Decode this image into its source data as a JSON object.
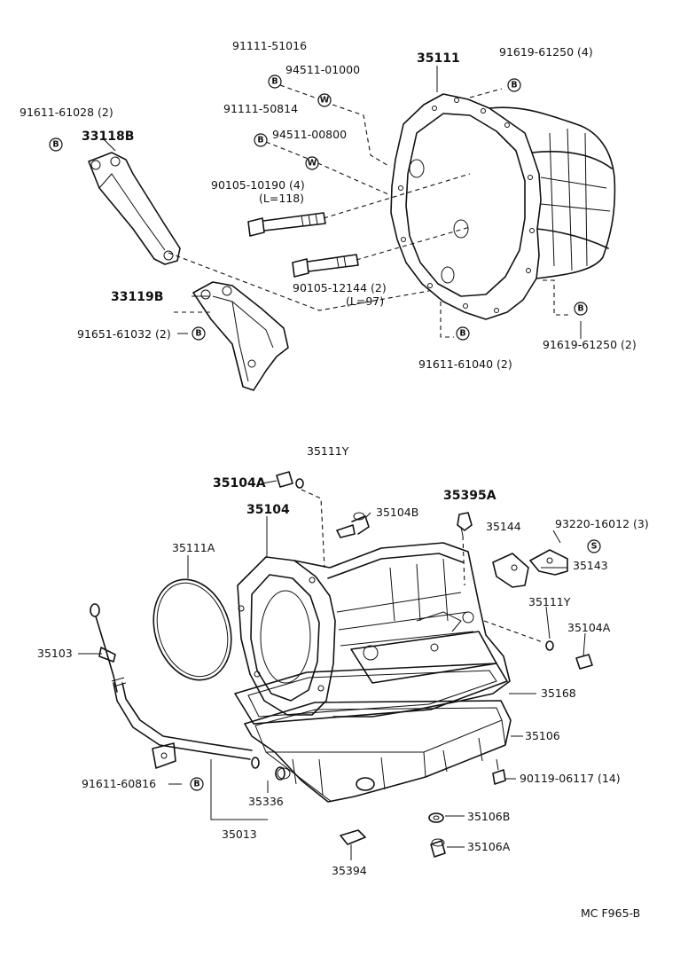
{
  "labels": {
    "p91111_51016": "91111-51016",
    "p94511_01000": "94511-01000",
    "p35111": "35111",
    "p91619_61250_4": "91619-61250 (4)",
    "p91611_61028": "91611-61028 (2)",
    "p33118B": "33118B",
    "p91111_50814": "91111-50814",
    "p94511_00800": "94511-00800",
    "p90105_10190": "90105-10190 (4)",
    "p90105_10190_len": "(L=118)",
    "p90105_12144": "90105-12144 (2)",
    "p90105_12144_len": "(L=97)",
    "p33119B": "33119B",
    "p91651_61032": "91651-61032 (2)",
    "p91619_61250_2": "91619-61250 (2)",
    "p91611_61040": "91611-61040 (2)",
    "p35111Y_top": "35111Y",
    "p35104A_top": "35104A",
    "p35104": "35104",
    "p35104B": "35104B",
    "p35395A": "35395A",
    "p35144": "35144",
    "p93220_16012": "93220-16012 (3)",
    "p35111A": "35111A",
    "p35143": "35143",
    "p35111Y_right": "35111Y",
    "p35103": "35103",
    "p35104A_right": "35104A",
    "p35168": "35168",
    "p35106": "35106",
    "p91611_60816": "91611-60816",
    "p90119_06117": "90119-06117 (14)",
    "p35336": "35336",
    "p35106B": "35106B",
    "p35013": "35013",
    "p35106A": "35106A",
    "p35394": "35394",
    "code": "MC  F965-B"
  },
  "badges": {
    "B": "B",
    "W": "W",
    "S": "S"
  }
}
